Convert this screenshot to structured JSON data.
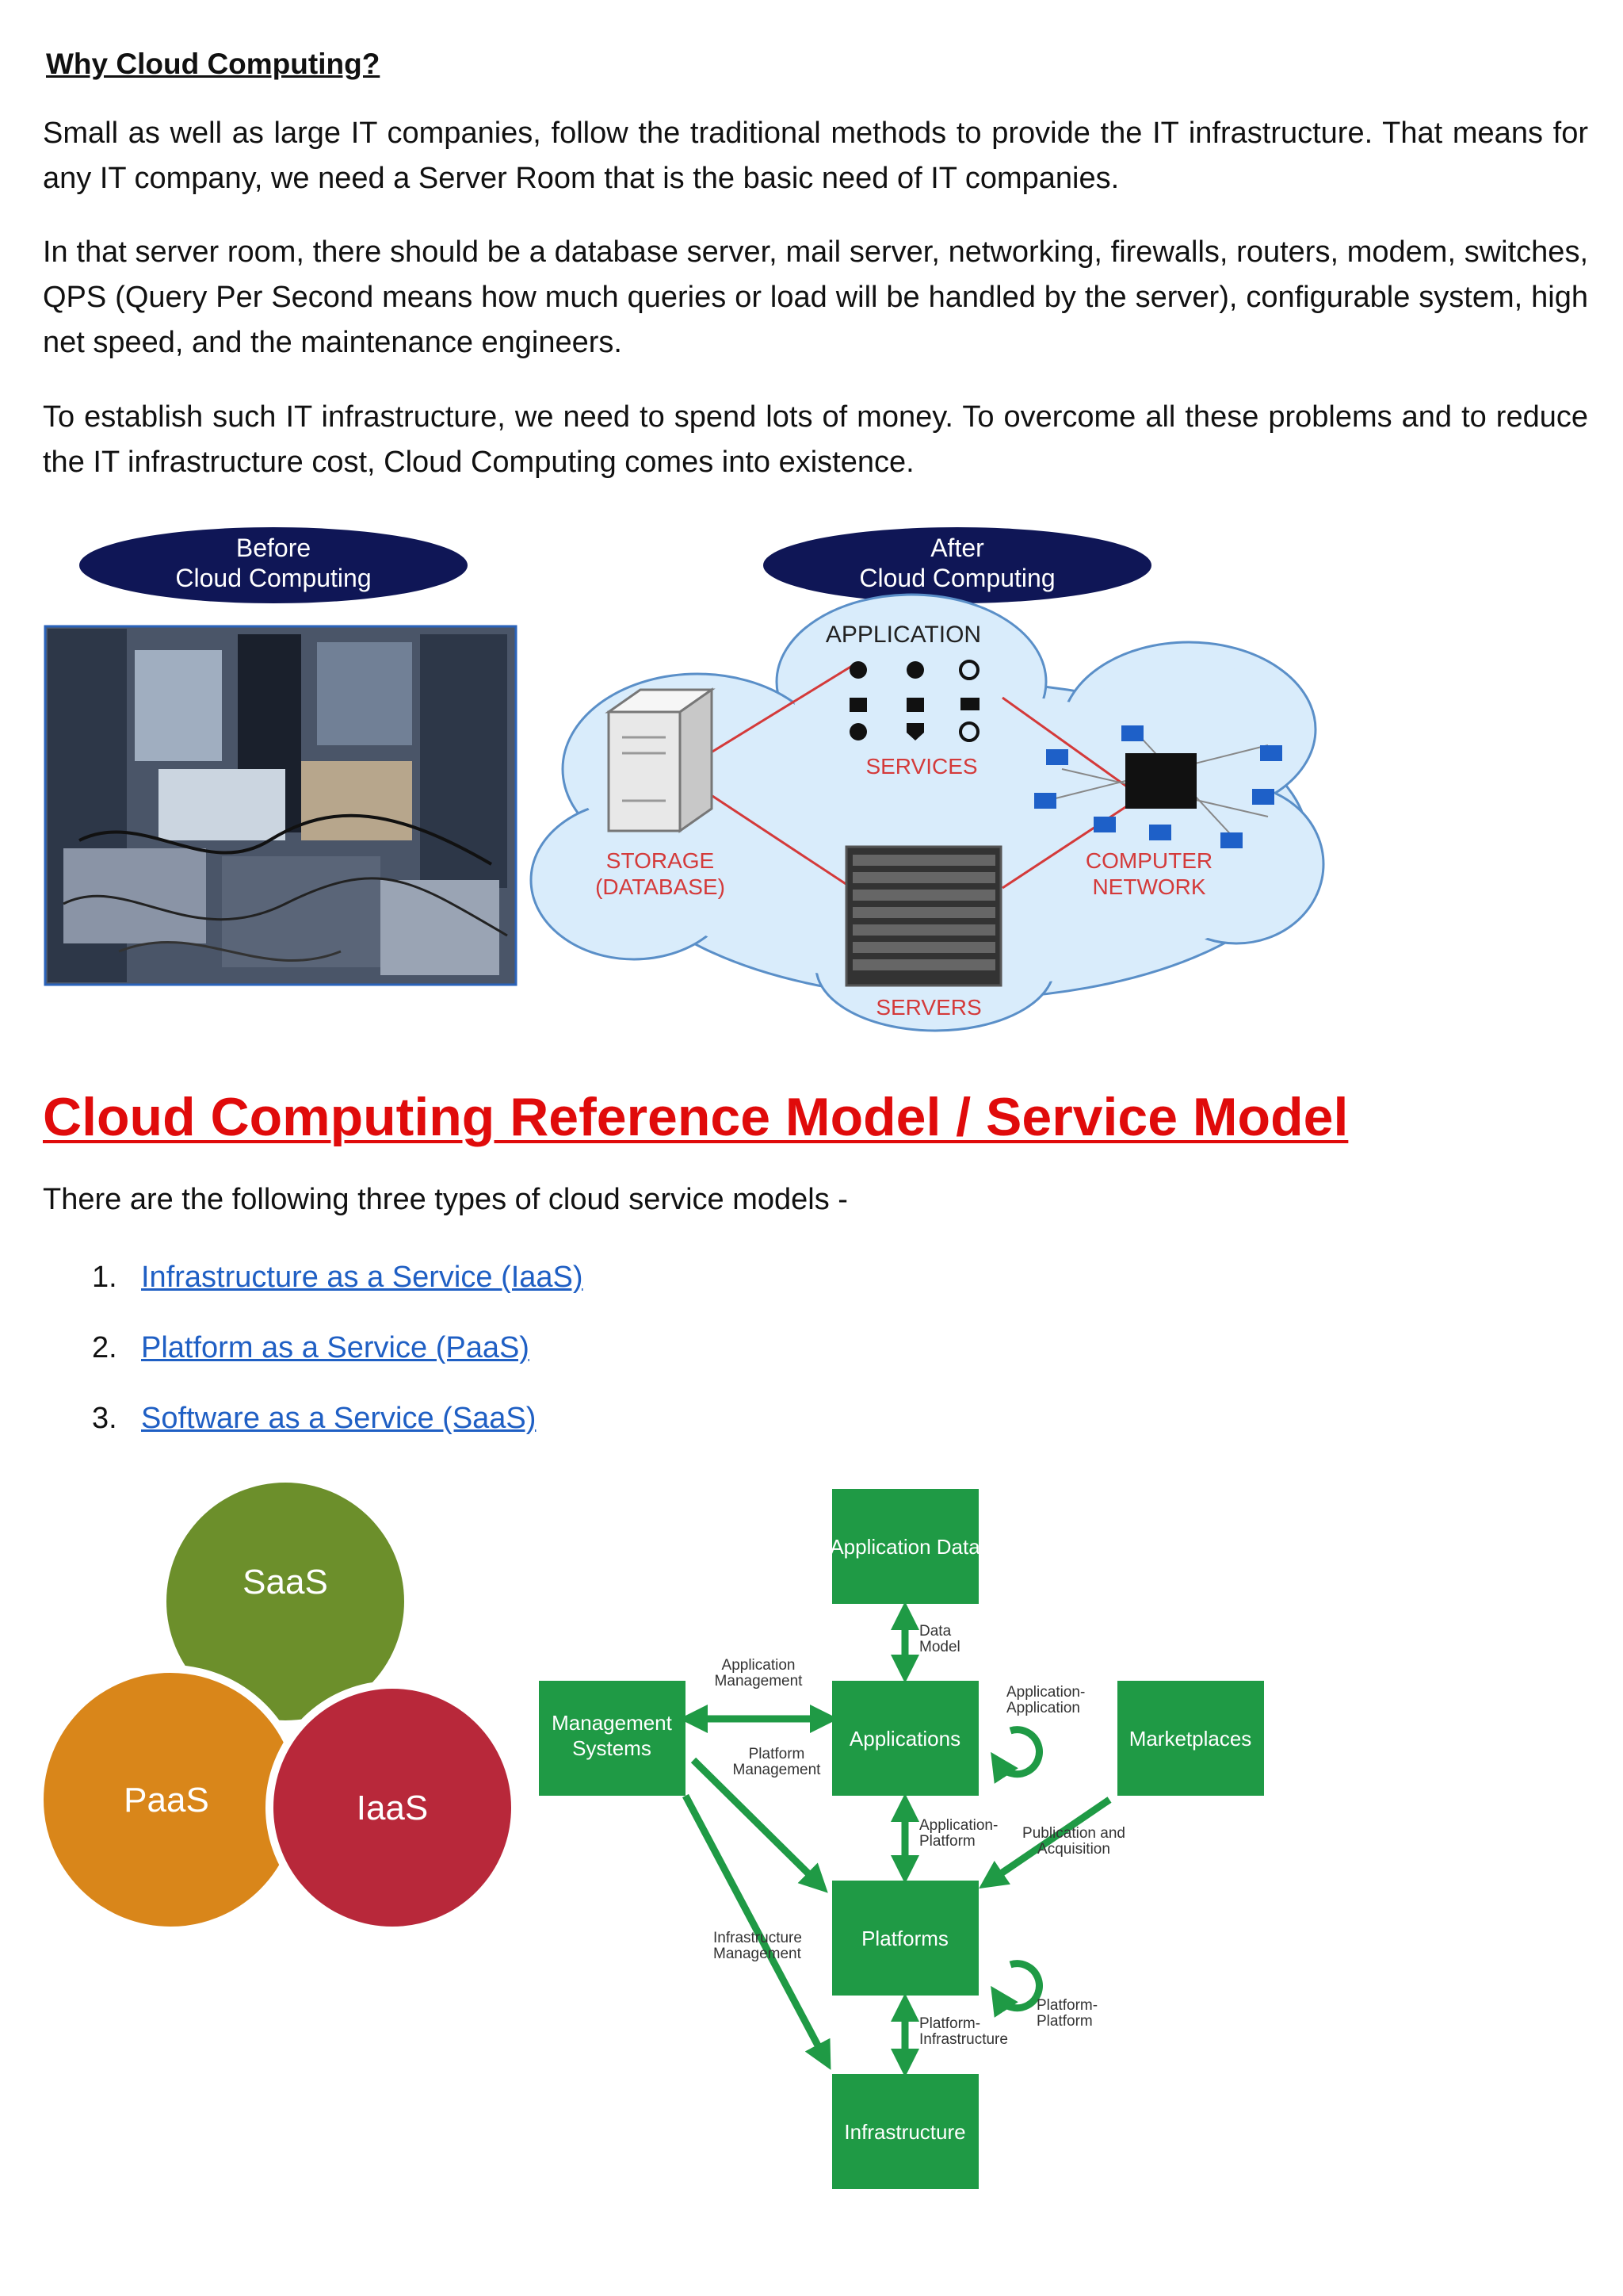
{
  "heading": "Why Cloud Computing?",
  "paragraphs": [
    "Small as well as large IT companies, follow the traditional methods to provide the IT infrastructure. That means for any IT company, we need a Server Room that is the basic need of IT companies.",
    "In that server room, there should be a database server, mail server, networking, firewalls, routers, modem, switches, QPS (Query Per Second means how much queries or load will be handled by the server), configurable system, high net speed, and the maintenance engineers.",
    "To establish such IT infrastructure, we need to spend lots of money. To overcome all these problems and to reduce the IT infrastructure cost, Cloud Computing comes into existence."
  ],
  "figure1": {
    "before_line1": "Before",
    "before_line2": "Cloud Computing",
    "after_line1": "After",
    "after_line2": "Cloud Computing",
    "application": "APPLICATION",
    "services": "SERVICES",
    "storage_line1": "STORAGE",
    "storage_line2": "(DATABASE)",
    "network_line1": "COMPUTER",
    "network_line2": "NETWORK",
    "servers": "SERVERS"
  },
  "section_title": "Cloud Computing Reference Model / Service Model",
  "intro_text": "There are the following three types of cloud service models -",
  "service_models": [
    {
      "num": "1.",
      "label": "Infrastructure as a Service (IaaS)"
    },
    {
      "num": "2.",
      "label": "Platform as a Service (PaaS)"
    },
    {
      "num": "3.",
      "label": "Software as a Service (SaaS)"
    }
  ],
  "venn": {
    "saas": "SaaS",
    "paas": "PaaS",
    "iaas": "IaaS"
  },
  "diagram": {
    "app_data": "Application Data",
    "data_model_1": "Data",
    "data_model_2": "Model",
    "app_mgmt_1": "Application",
    "app_mgmt_2": "Management",
    "mgmt_1": "Management",
    "mgmt_2": "Systems",
    "applications": "Applications",
    "app_app_1": "Application-",
    "app_app_2": "Application",
    "marketplaces": "Marketplaces",
    "plat_mgmt_1": "Platform",
    "plat_mgmt_2": "Management",
    "app_plat_1": "Application-",
    "app_plat_2": "Platform",
    "pub_1": "Publication and",
    "pub_2": "Acquisition",
    "infra_mgmt_1": "Infrastructure",
    "infra_mgmt_2": "Management",
    "platforms": "Platforms",
    "plat_plat_1": "Platform-",
    "plat_plat_2": "Platform",
    "plat_infra_1": "Platform-",
    "plat_infra_2": "Infrastructure",
    "infrastructure": "Infrastructure"
  },
  "colors": {
    "title_red": "#e00b0b",
    "link_blue": "#1f5fc4",
    "box_green": "#1f9a45"
  }
}
